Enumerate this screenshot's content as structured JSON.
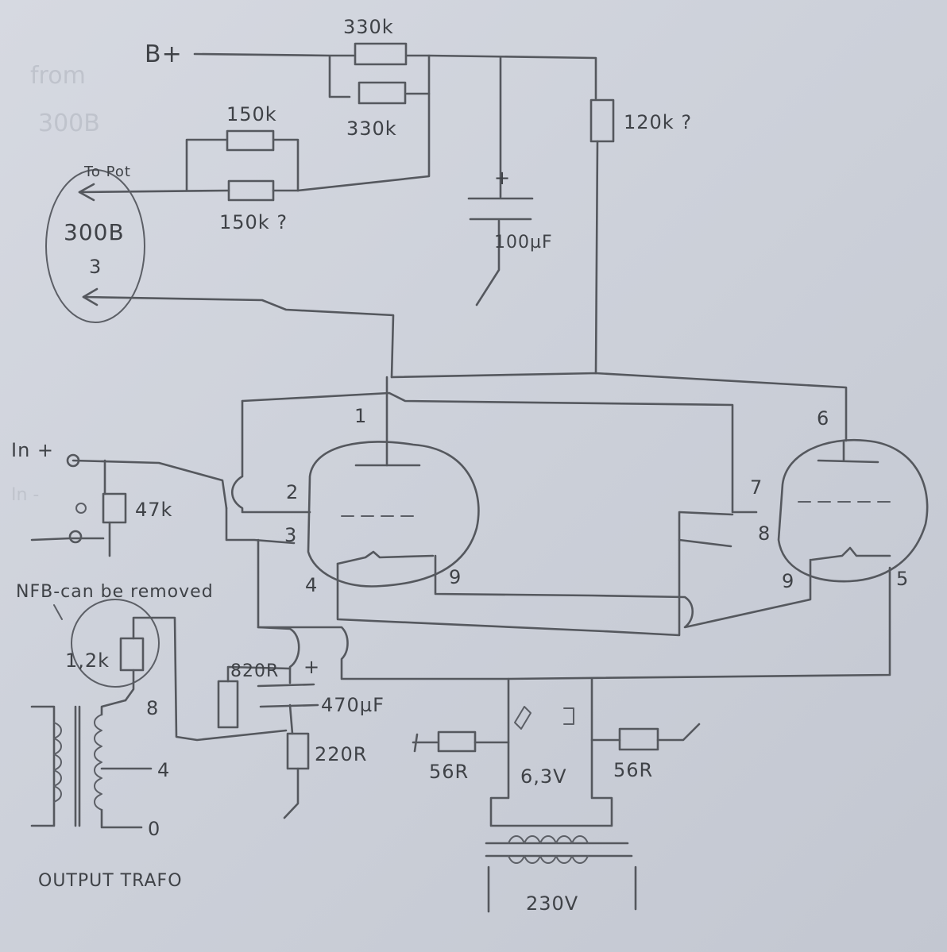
{
  "labels": {
    "bplus": "B+",
    "r330_top": "330k",
    "r330_bottom": "330k",
    "r120": "120k ?",
    "r150_top": "150k",
    "r150_bottom": "150k ?",
    "to_pot": "To Pot",
    "tube_300b": "300B",
    "pot_pin": "3",
    "cap_100": "100µF",
    "cap_plus": "+",
    "in_plus": "In +",
    "in_minus": "In -",
    "r47": "47k",
    "nfb": "NFB-can be removed",
    "r12": "1,2k",
    "tap8": "8",
    "tap4": "4",
    "tap0": "0",
    "output_trafo": "OUTPUT TRAFO",
    "r820": "820R",
    "cap470": "470µF",
    "cap470_plus": "+",
    "r220": "220R",
    "r56_left": "56R",
    "r56_right": "56R",
    "v63": "6,3V",
    "v230": "230V",
    "pin1": "1",
    "pin2": "2",
    "pin3": "3",
    "pin4": "4",
    "pin9_left": "9",
    "pin6": "6",
    "pin7": "7",
    "pin8": "8",
    "pin9_right": "9",
    "pin5": "5",
    "faint1": "from",
    "faint2": "300B"
  }
}
